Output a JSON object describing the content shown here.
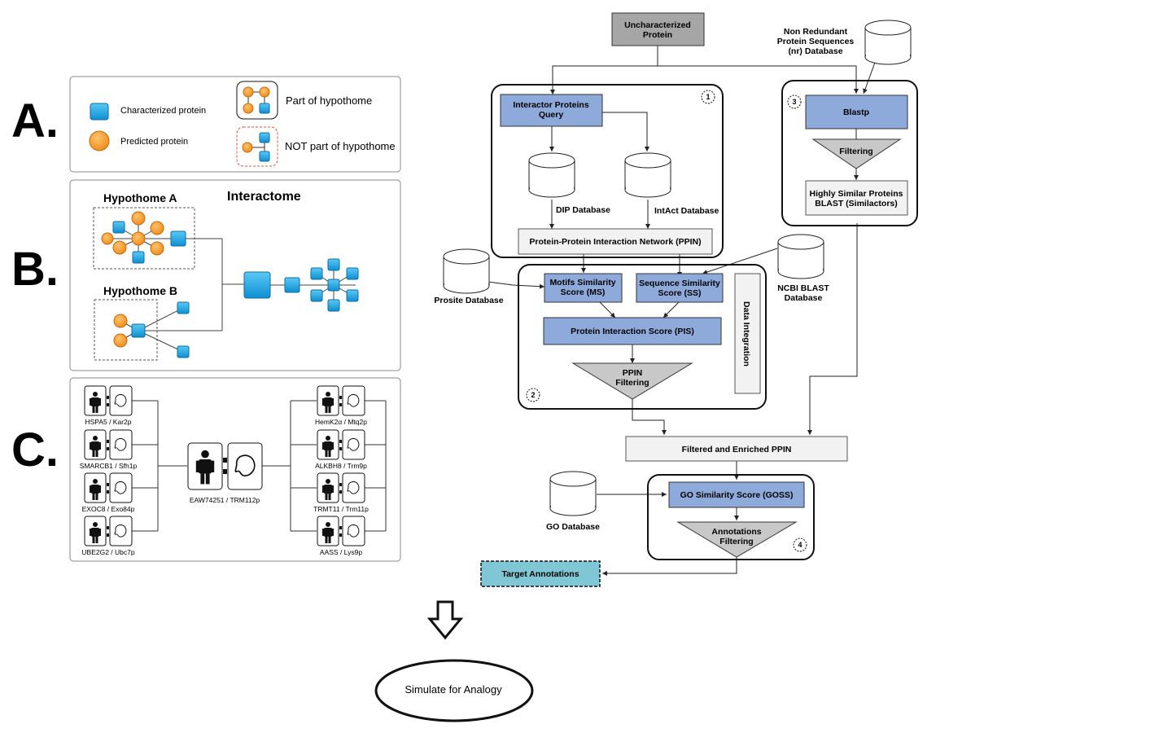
{
  "panels": {
    "a_letter": "A.",
    "b_letter": "B.",
    "c_letter": "C."
  },
  "legend": {
    "characterized": "Characterized protein",
    "predicted": "Predicted protein",
    "part_of": "Part of hypothome",
    "not_part_of": "NOT part of hypothome"
  },
  "panel_b": {
    "hypothome_a": "Hypothome A",
    "hypothome_b": "Hypothome B",
    "interactome": "Interactome"
  },
  "panel_c": {
    "left": [
      "HSPA5 / Kar2p",
      "SMARCB1 / Sfh1p",
      "EXOC8 / Exo84p",
      "UBE2G2 / Ubc7p"
    ],
    "center": "EAW74251 / TRM112p",
    "right": [
      "HemK2α / Mtq2p",
      "ALKBH8 / Trm9p",
      "TRMT11 / Trm11p",
      "AASS / Lys9p"
    ]
  },
  "workflow": {
    "uncharacterized": [
      "Uncharacterized",
      "Protein"
    ],
    "nr_db": [
      "Non Redundant",
      "Protein Sequences",
      "(nr) Database"
    ],
    "interactor_query": [
      "Interactor Proteins",
      "Query"
    ],
    "dip_db": "DIP Database",
    "intact_db": "IntAct Database",
    "ppin": "Protein-Protein Interaction Network (PPIN)",
    "blastp": "Blastp",
    "filtering": "Filtering",
    "similactors": [
      "Highly Similar Proteins",
      "BLAST (Similactors)"
    ],
    "prosite_db": "Prosite Database",
    "ncbi_db": [
      "NCBI BLAST",
      "Database"
    ],
    "ms": [
      "Motifs Similarity",
      "Score (MS)"
    ],
    "ss": [
      "Sequence Similarity",
      "Score (SS)"
    ],
    "data_integration": "Data Integration",
    "pis": "Protein Interaction Score (PIS)",
    "ppin_filtering": [
      "PPIN",
      "Filtering"
    ],
    "filtered_ppin": "Filtered and Enriched PPIN",
    "go_db": "GO Database",
    "goss": "GO Similarity Score (GOSS)",
    "annotations_filtering": [
      "Annotations",
      "Filtering"
    ],
    "target": "Target Annotations",
    "step1": "1",
    "step2": "2",
    "step3": "3",
    "step4": "4"
  },
  "simulate": "Simulate for Analogy",
  "colors": {
    "blue_box": "#8eaadb",
    "gray_box": "#a6a6a6",
    "target_box": "#7fc7d4",
    "protein_blue": "#1aa3e0",
    "protein_orange": "#f7941d"
  }
}
